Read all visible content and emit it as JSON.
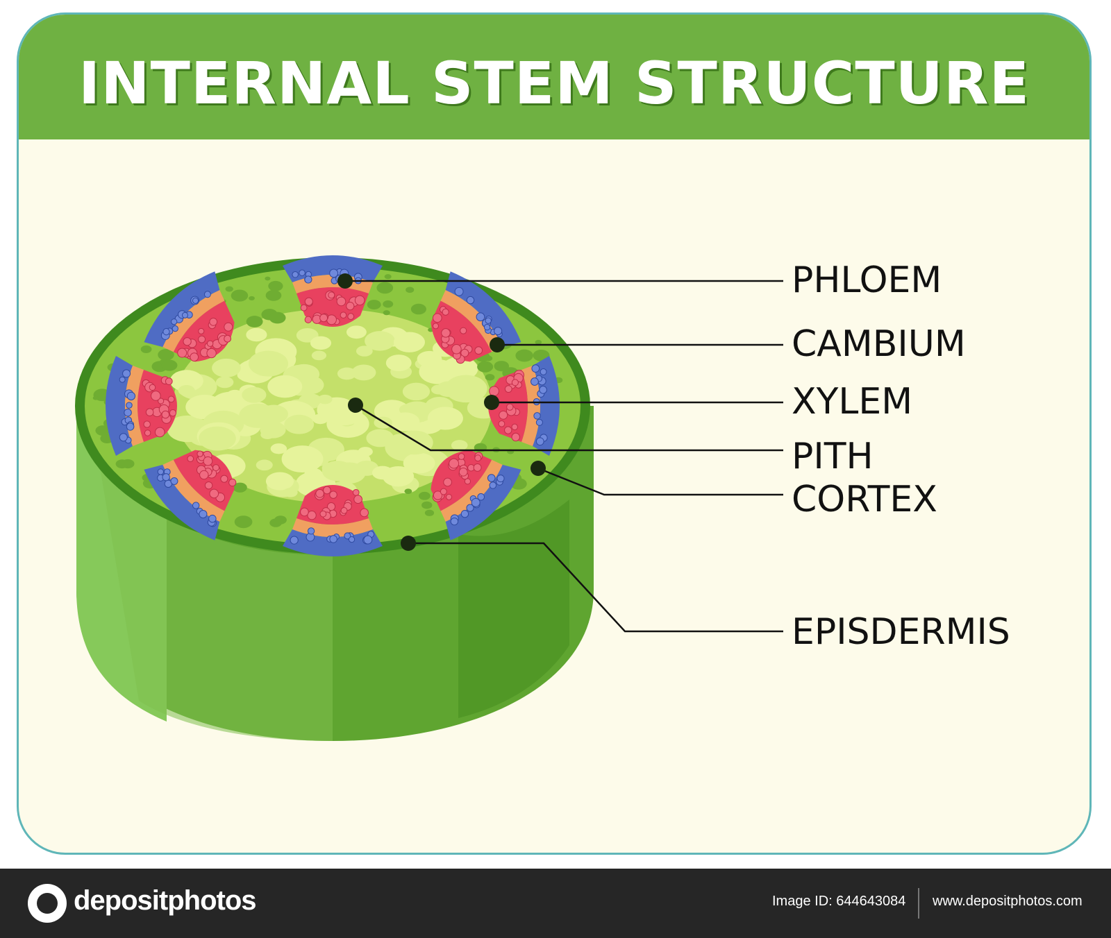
{
  "title": "INTERNAL STEM STRUCTURE",
  "labels": {
    "phloem": "PHLOEM",
    "cambium": "CAMBIUM",
    "xylem": "XYLEM",
    "pith": "PITH",
    "cortex": "CORTEX",
    "epidermis": "EPISDERMIS"
  },
  "footer": {
    "brand": "depositphotos",
    "image_id": "Image ID: 644643084",
    "url": "www.depositphotos.com"
  },
  "colors": {
    "header": "#6fb142",
    "panel": "#fdfbea",
    "border": "#5fb6b8",
    "stem_side": "#5fa530",
    "cortex": "#8cc63f",
    "pith": "#d4ea84",
    "phloem": "#4f6cc4",
    "cambium": "#f0a060",
    "xylem": "#e8415f"
  }
}
